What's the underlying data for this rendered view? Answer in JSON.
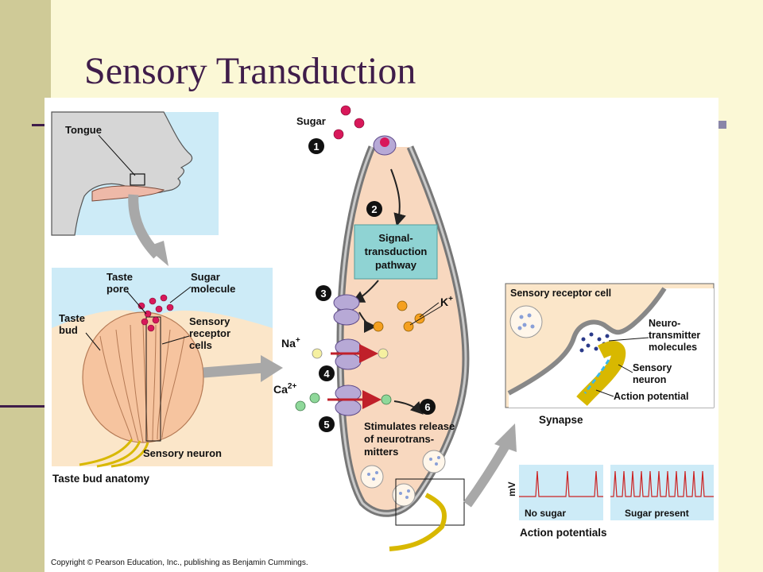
{
  "slide": {
    "title": "Sensory Transduction"
  },
  "figure": {
    "tongue_label": "Tongue",
    "taste_pore": [
      "Taste",
      "pore"
    ],
    "sugar_molecule": [
      "Sugar",
      "molecule"
    ],
    "taste_bud": [
      "Taste",
      "bud"
    ],
    "sensory_receptor_cells": [
      "Sensory",
      "receptor",
      "cells"
    ],
    "sensory_neuron_label": "Sensory neuron",
    "taste_bud_anatomy": "Taste bud anatomy",
    "sugar_label": "Sugar",
    "steps": [
      "1",
      "2",
      "3",
      "4",
      "5",
      "6"
    ],
    "pathway_box": [
      "Signal-",
      "transduction",
      "pathway"
    ],
    "k_ion": "K",
    "na_ion": "Na",
    "ca_ion": "Ca",
    "plus": "+",
    "two_plus": "2+",
    "stimulates": [
      "Stimulates release",
      "of neurotrans-",
      "mitters"
    ],
    "inset_title": "Sensory receptor cell",
    "neurotransmitter": [
      "Neuro-",
      "transmitter",
      "molecules"
    ],
    "inset_neuron": [
      "Sensory",
      "neuron"
    ],
    "action_potential_label": "Action potential",
    "synapse": "Synapse",
    "mv": "mV",
    "no_sugar": "No sugar",
    "sugar_present": "Sugar present",
    "action_potentials": "Action potentials",
    "copyright": "Copyright © Pearson Education, Inc., publishing as Benjamin Cummings."
  },
  "colors": {
    "background": "#fbf8d6",
    "sidebar": "#cfca97",
    "title": "#3f1d4a",
    "cell": "#f8d8bf",
    "pathway_box": "#8fd3d3",
    "sugar": "#d8185a",
    "k_ion": "#f5a020",
    "na_ion": "#f5f0a0",
    "ca_ion": "#8fd89a",
    "channel": "#b7a9d6",
    "trace": "#cc2222"
  }
}
